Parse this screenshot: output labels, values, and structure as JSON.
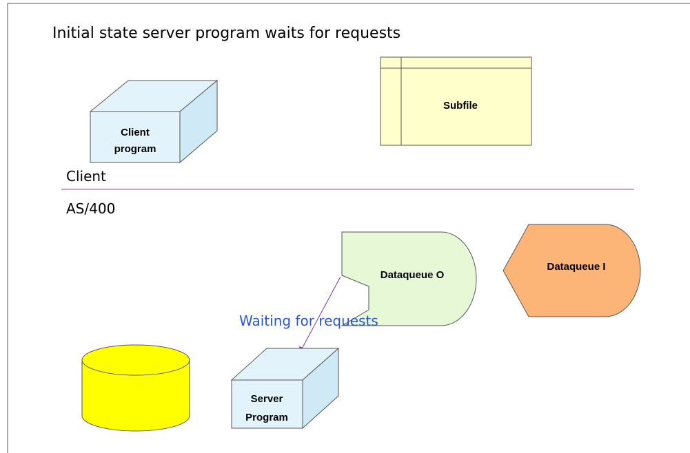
{
  "title": "Initial state server program waits for requests",
  "zones": {
    "client_label": "Client",
    "server_label": "AS/400"
  },
  "nodes": {
    "client_program": {
      "line1": "Client",
      "line2": "program"
    },
    "subfile": {
      "label": "Subfile"
    },
    "dataqueue_o": {
      "label": "Dataqueue O"
    },
    "dataqueue_i": {
      "label": "Dataqueue I"
    },
    "server_program": {
      "line1": "Server",
      "line2": "Program"
    }
  },
  "edges": {
    "waiting": {
      "label": "Waiting for requests"
    }
  },
  "colors": {
    "cube_face": "#e3f3fb",
    "cube_side": "#cfe9f6",
    "subfile_fill": "#ffffcc",
    "dataqueue_o_fill": "#e6f8d6",
    "dataqueue_i_fill": "#fcb477",
    "database_fill": "#ffff00",
    "divider": "#8b4a8b",
    "arrow": "#7a36a8",
    "edge_label": "#2b55d6"
  }
}
